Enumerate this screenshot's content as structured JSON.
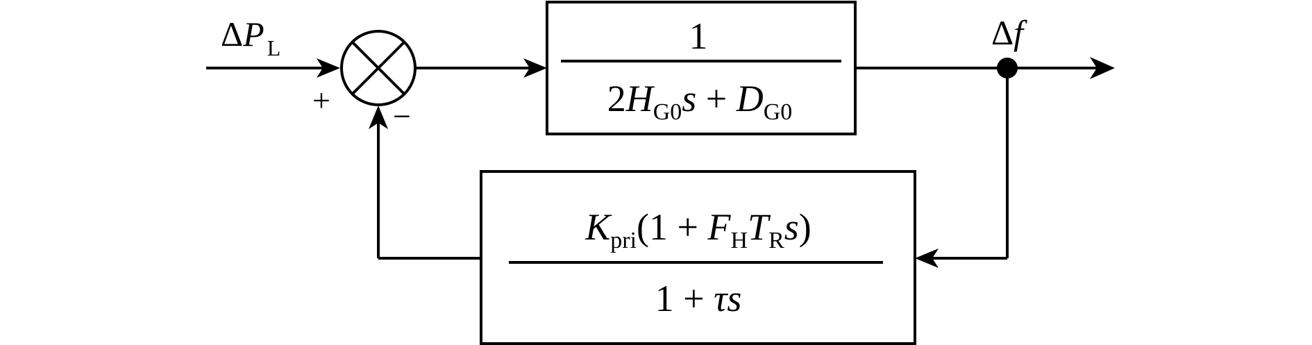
{
  "input": {
    "delta": "Δ",
    "var": "P",
    "sub": "L"
  },
  "output": {
    "delta": "Δ",
    "var": "f"
  },
  "summing_junction": {
    "plus_sign": "+",
    "minus_sign": "−"
  },
  "forward_block": {
    "numerator": "1",
    "den_coef": "2",
    "den_H": "H",
    "den_H_sub": "G0",
    "den_s": "s",
    "den_plus": " + ",
    "den_D": "D",
    "den_D_sub": "G0"
  },
  "feedback_block": {
    "num_K": "K",
    "num_K_sub": "pri",
    "num_open": "(1 + ",
    "num_F": "F",
    "num_F_sub": "H",
    "num_T": "T",
    "num_T_sub": "R",
    "num_s": "s",
    "num_close": ")",
    "den_one_plus": "1 + ",
    "den_tau_s": "τs"
  },
  "colors": {
    "stroke": "#000000",
    "background": "#ffffff"
  }
}
